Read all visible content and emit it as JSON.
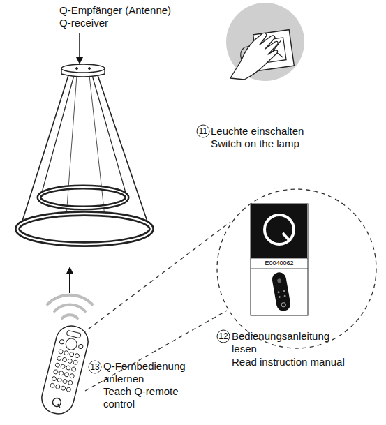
{
  "diagram": {
    "nodes": [
      {
        "text": [
          "E0040062"
        ]
      }
    ],
    "labels": [
      "Q-Empfänger (Antenne)",
      "Q-receiver",
      "11",
      "Leuchte einschalten",
      "Switch on the lamp",
      "12",
      "Bedienungsanleitung lesen",
      "Read instruction manual",
      "13",
      "Q-Fernbedienung anlernen",
      "Teach Q-remote control"
    ]
  }
}
